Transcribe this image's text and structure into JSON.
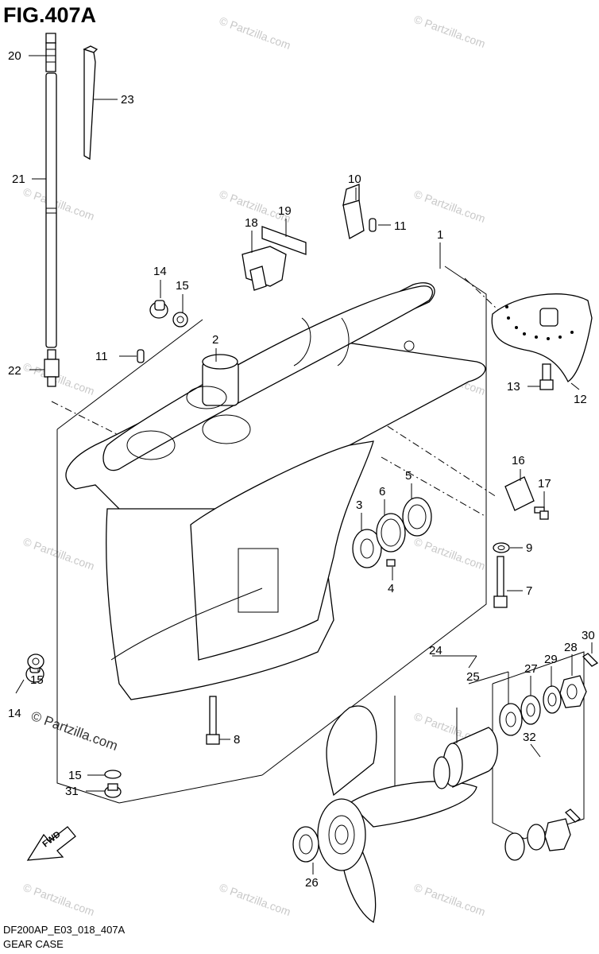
{
  "figure": {
    "title": "FIG.407A",
    "code": "DF200AP_E03_018_407A",
    "caption": "GEAR CASE",
    "fwd_label": "FWD",
    "watermark": "© Partzilla.com",
    "watermark_large": "© Partzilla.com"
  },
  "callouts": [
    {
      "id": "c20",
      "label": "20"
    },
    {
      "id": "c23",
      "label": "23"
    },
    {
      "id": "c21",
      "label": "21"
    },
    {
      "id": "c10",
      "label": "10"
    },
    {
      "id": "c11a",
      "label": "11"
    },
    {
      "id": "c18",
      "label": "18"
    },
    {
      "id": "c19",
      "label": "19"
    },
    {
      "id": "c1",
      "label": "1"
    },
    {
      "id": "c14a",
      "label": "14"
    },
    {
      "id": "c15a",
      "label": "15"
    },
    {
      "id": "c11b",
      "label": "11"
    },
    {
      "id": "c2",
      "label": "2"
    },
    {
      "id": "c22",
      "label": "22"
    },
    {
      "id": "c13",
      "label": "13"
    },
    {
      "id": "c12",
      "label": "12"
    },
    {
      "id": "c16",
      "label": "16"
    },
    {
      "id": "c17",
      "label": "17"
    },
    {
      "id": "c5",
      "label": "5"
    },
    {
      "id": "c6",
      "label": "6"
    },
    {
      "id": "c3",
      "label": "3"
    },
    {
      "id": "c9",
      "label": "9"
    },
    {
      "id": "c4",
      "label": "4"
    },
    {
      "id": "c7",
      "label": "7"
    },
    {
      "id": "c30",
      "label": "30"
    },
    {
      "id": "c24",
      "label": "24"
    },
    {
      "id": "c28",
      "label": "28"
    },
    {
      "id": "c27",
      "label": "27"
    },
    {
      "id": "c29",
      "label": "29"
    },
    {
      "id": "c25",
      "label": "25"
    },
    {
      "id": "c14b",
      "label": "14"
    },
    {
      "id": "c15b",
      "label": "15"
    },
    {
      "id": "c8",
      "label": "8"
    },
    {
      "id": "c15c",
      "label": "15"
    },
    {
      "id": "c31",
      "label": "31"
    },
    {
      "id": "c32",
      "label": "32"
    },
    {
      "id": "c26",
      "label": "26"
    }
  ]
}
